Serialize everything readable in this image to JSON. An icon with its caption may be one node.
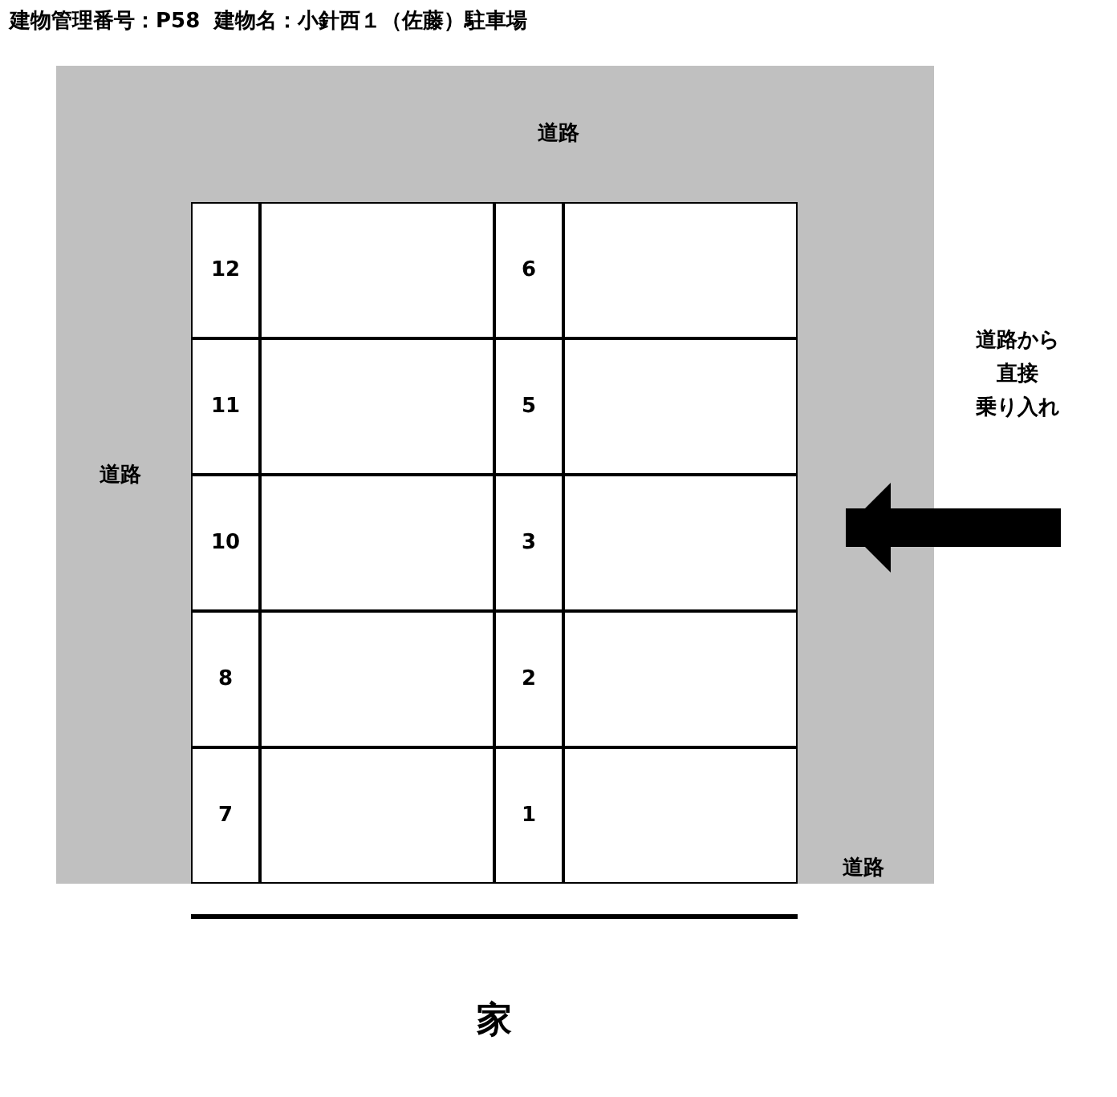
{
  "diagram": {
    "title": "建物管理番号：P58  建物名：小針西１（佐藤）駐車場",
    "nodes": [
      {
        "text": [
          "道路",
          "道路",
          "道路"
        ]
      },
      {
        "text": [],
        "shape": "box",
        "in": 0
      },
      {
        "text": [
          "12"
        ],
        "in": 1
      },
      {
        "text": [
          "6"
        ],
        "in": 1
      },
      {
        "text": [
          "11"
        ],
        "in": 1
      },
      {
        "text": [
          "5"
        ],
        "in": 1
      },
      {
        "text": [
          "10"
        ],
        "in": 1
      },
      {
        "text": [
          "3"
        ],
        "in": 1
      },
      {
        "text": [
          "8"
        ],
        "in": 1
      },
      {
        "text": [
          "2"
        ],
        "in": 1
      },
      {
        "text": [
          "7"
        ],
        "in": 1
      },
      {
        "text": [
          "1"
        ],
        "in": 1
      },
      {
        "text": [
          "家"
        ]
      }
    ],
    "edges": [
      {
        "from": null,
        "to": 1,
        "arrow": "to"
      }
    ],
    "labels": [
      "道路から",
      "直接",
      "乗り入れ"
    ]
  }
}
